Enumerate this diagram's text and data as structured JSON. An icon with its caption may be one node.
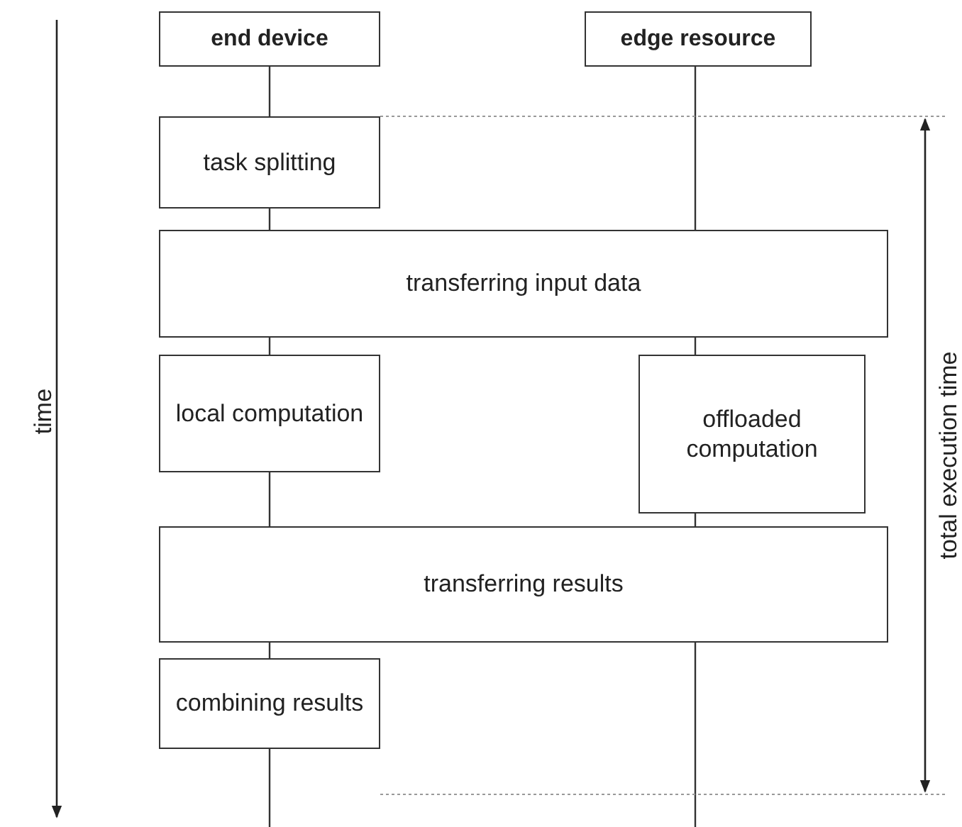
{
  "diagram": {
    "nodes": [
      {
        "text": [
          "end device"
        ]
      },
      {
        "text": [
          "edge resource"
        ]
      },
      {
        "text": [
          "task splitting"
        ]
      },
      {
        "text": [
          "transferring input data"
        ]
      },
      {
        "text": [
          "local computation"
        ]
      },
      {
        "text": [
          "offloaded computation"
        ]
      },
      {
        "text": [
          "transferring results"
        ]
      },
      {
        "text": [
          "combining results"
        ]
      }
    ],
    "edges": [
      {
        "from": 0,
        "to": 2,
        "arrow": "none"
      },
      {
        "from": 2,
        "to": 3,
        "arrow": "none"
      },
      {
        "from": 3,
        "to": 4,
        "arrow": "none"
      },
      {
        "from": 4,
        "to": 6,
        "arrow": "none"
      },
      {
        "from": 6,
        "to": 7,
        "arrow": "none"
      },
      {
        "from": 7,
        "to": null,
        "arrow": "none"
      },
      {
        "from": 1,
        "to": 3,
        "arrow": "none"
      },
      {
        "from": 3,
        "to": 5,
        "arrow": "none"
      },
      {
        "from": 5,
        "to": 6,
        "arrow": "none"
      },
      {
        "from": 6,
        "to": null,
        "arrow": "none"
      }
    ],
    "labels": [
      "time",
      "total execution time"
    ]
  }
}
